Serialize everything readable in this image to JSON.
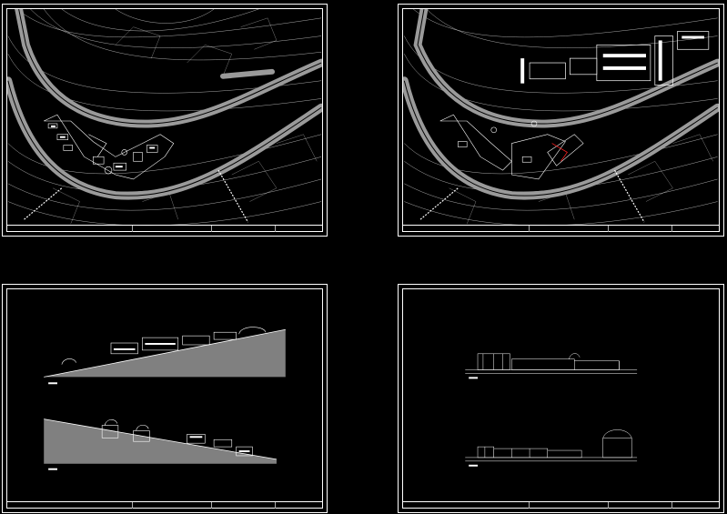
{
  "colors": {
    "background": "#000000",
    "linework": "#ffffff",
    "road": "#9a9a9a",
    "terrain": "#808080",
    "accent_red": "#ff2020"
  },
  "sheets": [
    {
      "id": "site-plan-existing",
      "kind": "site-plan",
      "label": ""
    },
    {
      "id": "site-plan-proposed",
      "kind": "site-plan",
      "label": ""
    },
    {
      "id": "site-sections",
      "kind": "sections",
      "label": ""
    },
    {
      "id": "elevations",
      "kind": "elevations",
      "label": ""
    }
  ]
}
